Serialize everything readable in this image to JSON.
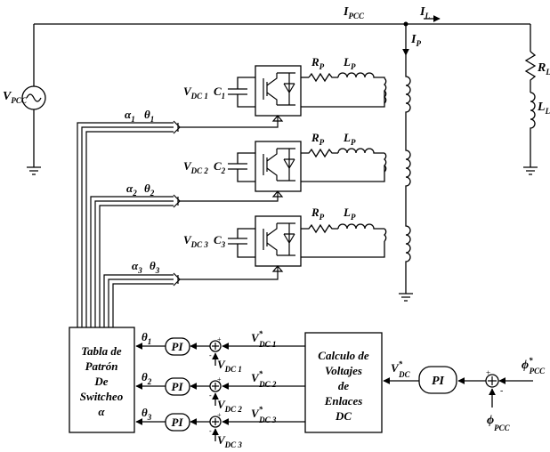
{
  "labels": {
    "i_pcc": "I",
    "i_pcc_sub": "PCC",
    "i_l": "I",
    "i_l_sub": "L",
    "i_p": "I",
    "i_p_sub": "P",
    "v_pcc": "V",
    "v_pcc_sub": "PCC",
    "r_l": "R",
    "r_l_sub": "L",
    "l_l": "L",
    "l_l_sub": "L"
  },
  "stages": [
    {
      "vdc": "V",
      "vdc_sub": "DC 1",
      "cap": "C",
      "cap_sub": "1",
      "rp": "R",
      "rp_sub": "P",
      "lp": "L",
      "lp_sub": "P",
      "alpha": "α",
      "alpha_sub": "1",
      "theta": "θ",
      "theta_sub": "1"
    },
    {
      "vdc": "V",
      "vdc_sub": "DC 2",
      "cap": "C",
      "cap_sub": "2",
      "rp": "R",
      "rp_sub": "P",
      "lp": "L",
      "lp_sub": "P",
      "alpha": "α",
      "alpha_sub": "2",
      "theta": "θ",
      "theta_sub": "2"
    },
    {
      "vdc": "V",
      "vdc_sub": "DC 3",
      "cap": "C",
      "cap_sub": "3",
      "rp": "R",
      "rp_sub": "P",
      "lp": "L",
      "lp_sub": "P",
      "alpha": "α",
      "alpha_sub": "3",
      "theta": "θ",
      "theta_sub": "3"
    }
  ],
  "table_block": [
    "Tabla de",
    "Patrón",
    "De",
    "Switcheo",
    "α"
  ],
  "calc_block": [
    "Calculo de",
    "Voltajes",
    "de",
    "Enlaces",
    "DC"
  ],
  "control_rows": [
    {
      "theta": "θ",
      "theta_sub": "1",
      "pi": "PI",
      "ref": "V",
      "ref_sup": "*",
      "ref_sub": "DC 1",
      "fb": "V",
      "fb_sub": "DC 1",
      "plus": "+",
      "minus": "-"
    },
    {
      "theta": "θ",
      "theta_sub": "2",
      "pi": "PI",
      "ref": "V",
      "ref_sup": "*",
      "ref_sub": "DC 2",
      "fb": "V",
      "fb_sub": "DC 2",
      "plus": "+",
      "minus": "-"
    },
    {
      "theta": "θ",
      "theta_sub": "3",
      "pi": "PI",
      "ref": "V",
      "ref_sup": "*",
      "ref_sub": "DC 3",
      "fb": "V",
      "fb_sub": "DC 3",
      "plus": "+",
      "minus": "-"
    }
  ],
  "outer_loop": {
    "vdc_ref": "V",
    "vdc_ref_sup": "*",
    "vdc_ref_sub": "DC",
    "pi": "PI",
    "phi_ref": "ϕ",
    "phi_ref_sup": "*",
    "phi_ref_sub": "PCC",
    "phi_fb": "ϕ",
    "phi_fb_sub": "PCC",
    "plus": "+",
    "minus": "-"
  }
}
